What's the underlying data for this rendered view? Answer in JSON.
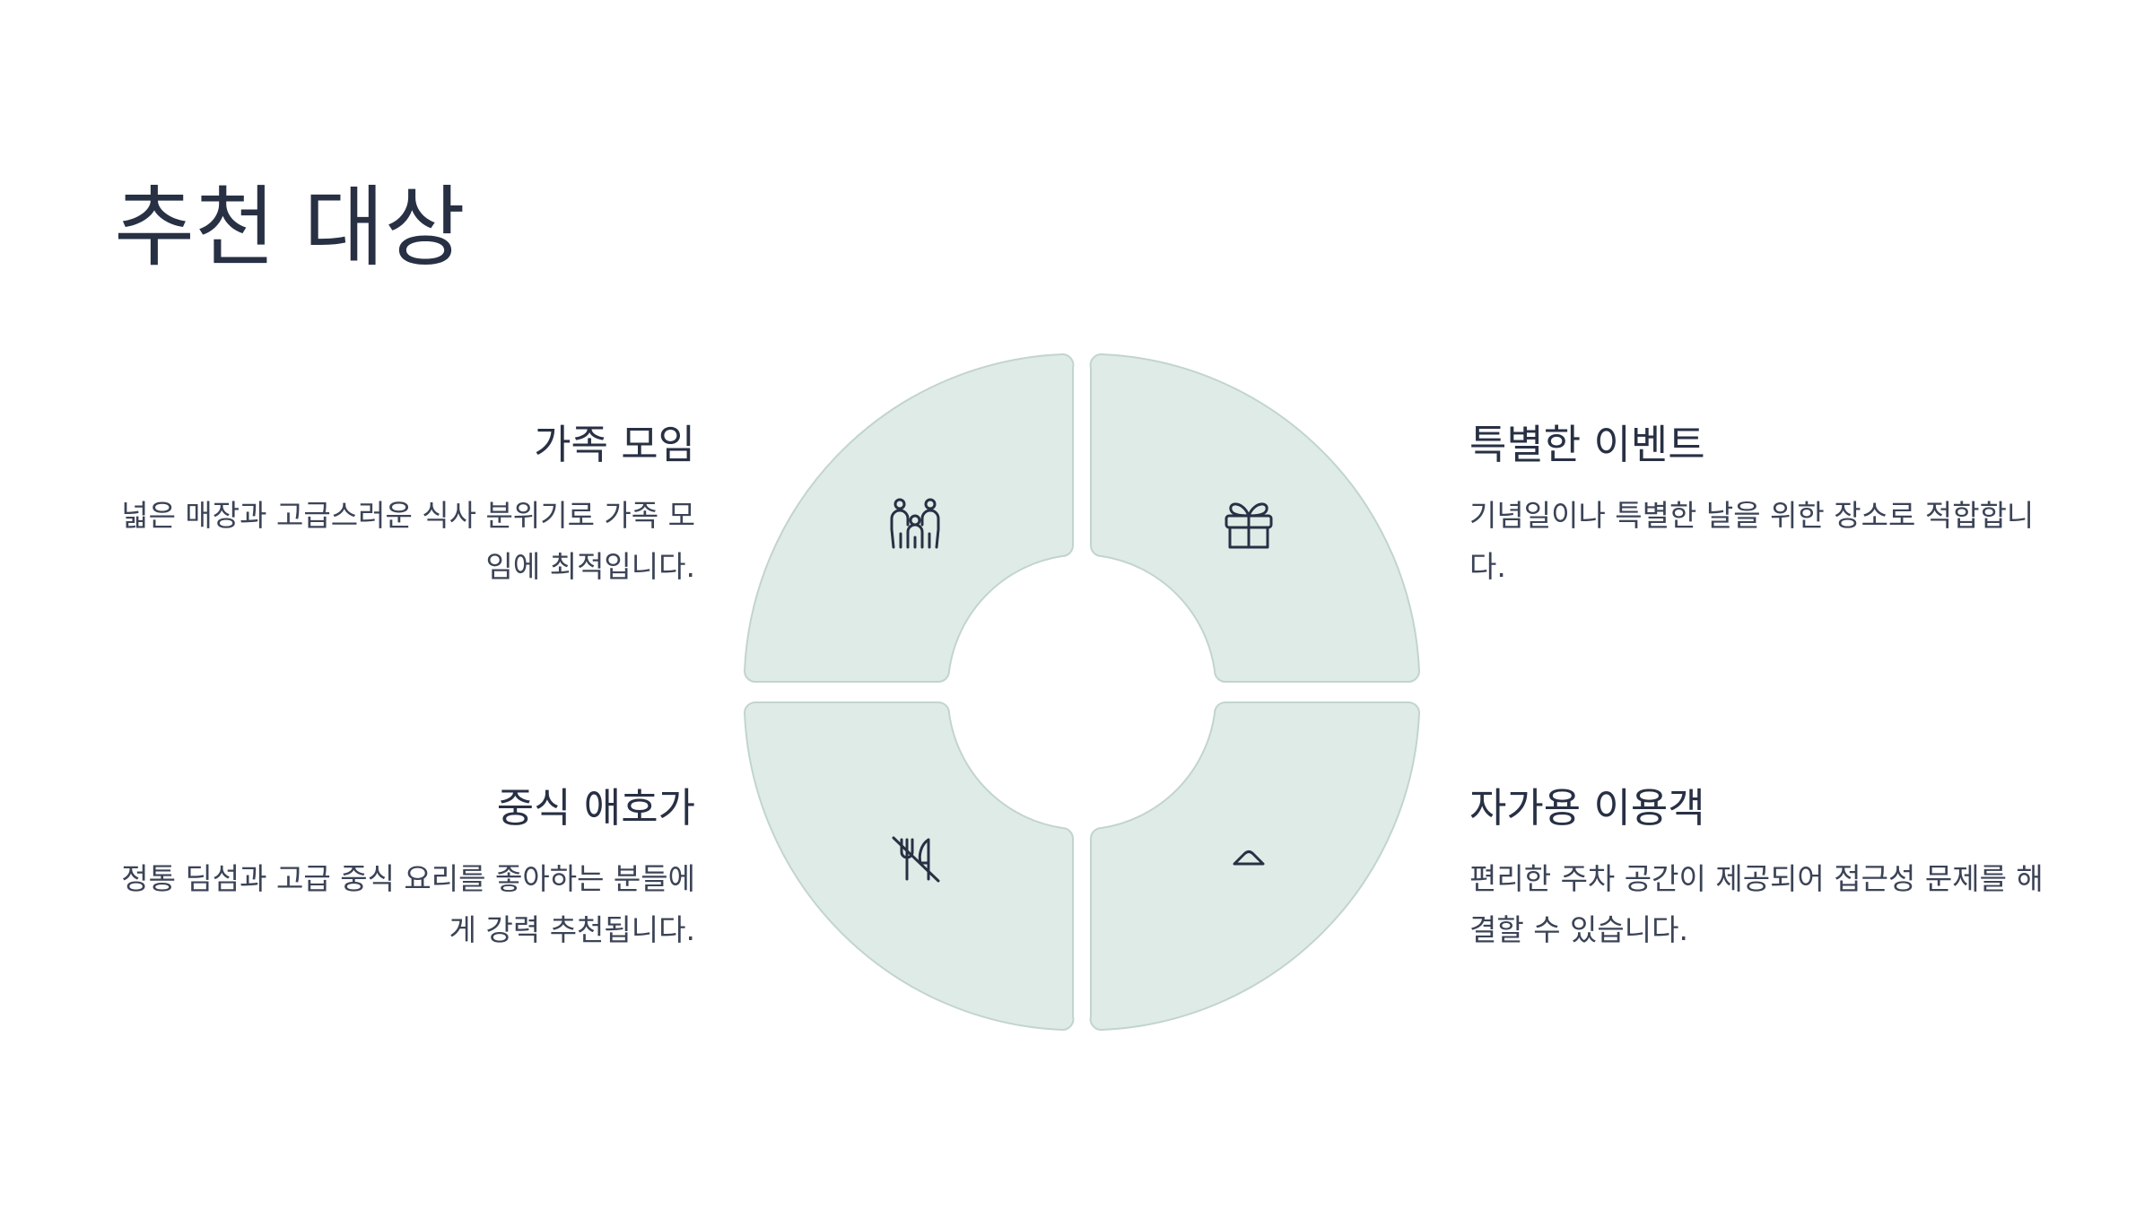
{
  "title": "추천 대상",
  "items": [
    {
      "title": "가족 모임",
      "description": "넓은 매장과 고급스러운 식사 분위기로 가족 모임에 최적입니다.",
      "icon": "family-icon"
    },
    {
      "title": "특별한 이벤트",
      "description": "기념일이나 특별한 날을 위한 장소로 적합합니다.",
      "icon": "gift-icon"
    },
    {
      "title": "중식 애호가",
      "description": "정통 딤섬과 고급 중식 요리를 좋아하는 분들에게 강력 추천됩니다.",
      "icon": "utensils-off-icon"
    },
    {
      "title": "자가용 이용객",
      "description": "편리한 주차 공간이 제공되어 접근성 문제를 해결할 수 있습니다.",
      "icon": "chevron-up-icon"
    }
  ],
  "colors": {
    "segment_fill": "#dfebe7",
    "segment_stroke": "#c2d4ce",
    "text": "#283044"
  }
}
